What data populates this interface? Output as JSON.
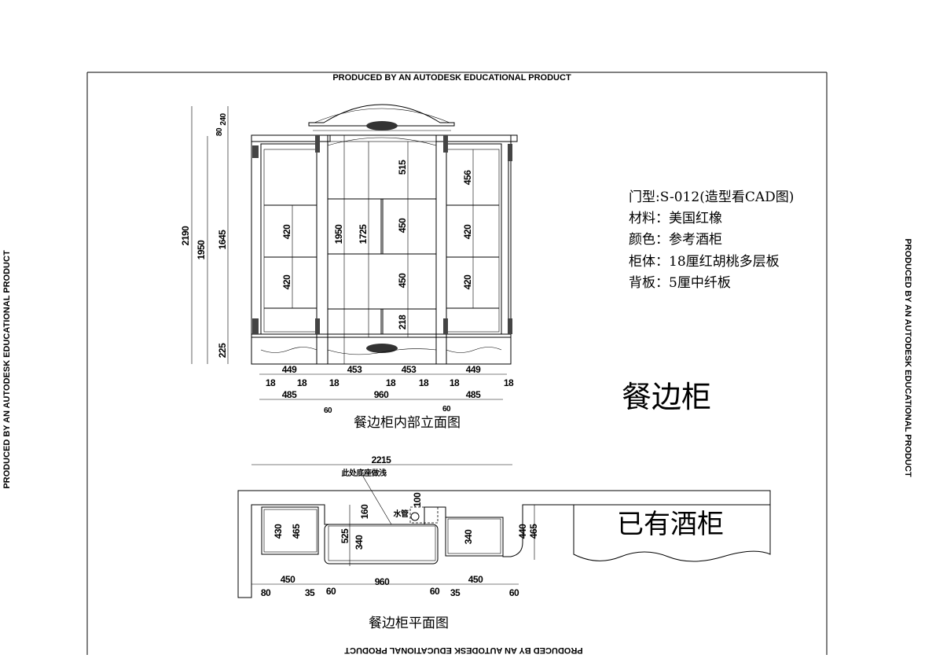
{
  "watermark": "PRODUCED BY AN AUTODESK EDUCATIONAL PRODUCT",
  "spec": {
    "lines": [
      "门型:S-012(造型看CAD图)",
      "材料：美国红橡",
      "颜色：参考酒柜",
      "柜体：18厘红胡桃多层板",
      "背板：5厘中纤板"
    ]
  },
  "title_big": "餐边柜",
  "elevation": {
    "title": "餐边柜内部立面图",
    "vdims": [
      "2190",
      "1950",
      "1645",
      "225",
      "80",
      "240",
      "420",
      "420",
      "1950",
      "1725",
      "515",
      "450",
      "450",
      "218",
      "456",
      "420",
      "420"
    ],
    "hdims": [
      "449",
      "453",
      "453",
      "449",
      "18",
      "18",
      "18",
      "18",
      "18",
      "18",
      "18",
      "485",
      "960",
      "485",
      "60",
      "60"
    ]
  },
  "plan": {
    "title": "餐边柜平面图",
    "overall": "2215",
    "note": "此处底座做浅",
    "pipe_label": "水管",
    "existing_cabinet": "已有酒柜",
    "vdims": [
      "100",
      "430",
      "465",
      "525",
      "160",
      "340",
      "340",
      "440",
      "465"
    ],
    "hdims": [
      "450",
      "960",
      "450",
      "80",
      "35",
      "60",
      "60",
      "35",
      "60"
    ]
  }
}
